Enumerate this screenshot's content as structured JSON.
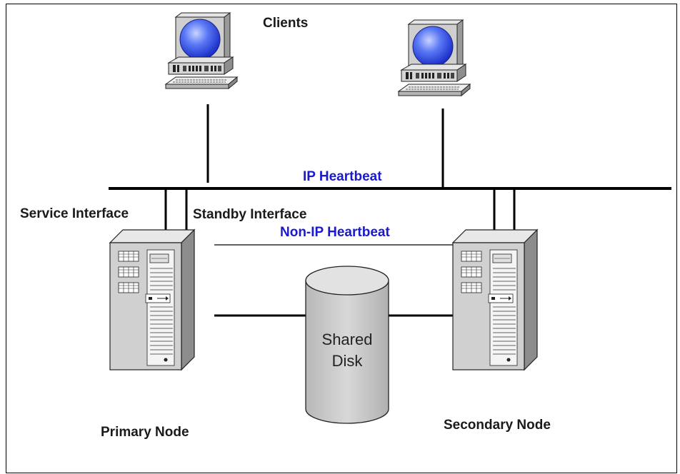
{
  "labels": {
    "clients": "Clients",
    "ip_heartbeat": "IP Heartbeat",
    "service_interface": "Service Interface",
    "standby_interface": "Standby Interface",
    "non_ip_heartbeat": "Non-IP Heartbeat",
    "shared_disk_line1": "Shared",
    "shared_disk_line2": "Disk",
    "primary_node": "Primary Node",
    "secondary_node": "Secondary Node"
  },
  "colors": {
    "label_black": "#1a1a1a",
    "label_blue": "#1a1acc",
    "monitor_globe": "#4a6cf0",
    "server_gray": "#c8c8c8",
    "disk_gray": "#c8c8c8"
  }
}
